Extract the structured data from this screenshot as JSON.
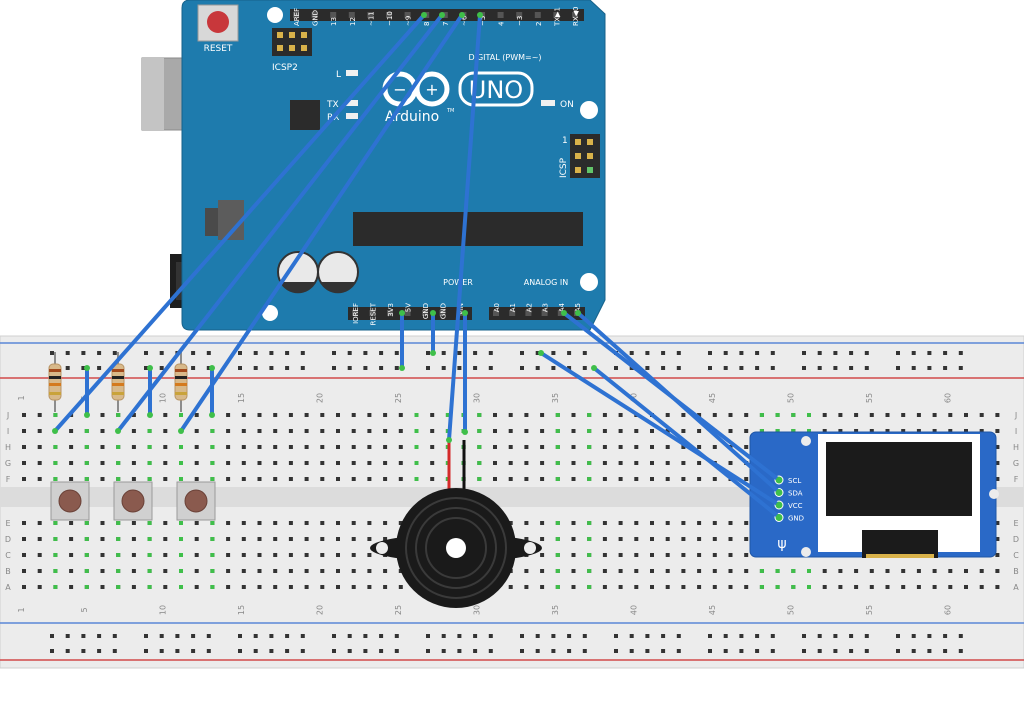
{
  "colors": {
    "board": "#1e7bad",
    "board_dark": "#17628a",
    "wire": "#2e72d2",
    "wire_dark": "#1f56a6",
    "breadboard": "#ececec",
    "rail_red": "#d24a4a",
    "rail_blue": "#5a86d6",
    "oled_board": "#2a69c7",
    "reset_button": "#c8373b"
  },
  "arduino": {
    "reset_label": "RESET",
    "icsp2_label": "ICSP2",
    "icsp_label": "ICSP",
    "icsp_pin1_label": "1",
    "logo_text": "UNO",
    "brand_text": "Arduino",
    "brand_tm": "TM",
    "led_l_label": "L",
    "led_tx_label": "TX",
    "led_rx_label": "RX",
    "on_label": "ON",
    "digital_label": "DIGITAL (PWM=~)",
    "digital_pins": [
      "AREF",
      "GND",
      "13",
      "12",
      "~11",
      "~10",
      "~9",
      "8",
      "7",
      "~6",
      "~5",
      "4",
      "~3",
      "2",
      "TX▶1",
      "RX◀0"
    ],
    "power_label": "POWER",
    "power_pins": [
      "IOREF",
      "RESET",
      "3V3",
      "5V",
      "GND",
      "GND",
      "VIN"
    ],
    "analog_label": "ANALOG IN",
    "analog_pins": [
      "A0",
      "A1",
      "A2",
      "A3",
      "A4",
      "A5"
    ]
  },
  "breadboard": {
    "column_numbers": [
      "1",
      "5",
      "10",
      "15",
      "20",
      "25",
      "30",
      "35",
      "40",
      "45",
      "50",
      "55",
      "60"
    ],
    "row_letters_top": [
      "J",
      "I",
      "H",
      "G",
      "F"
    ],
    "row_letters_bottom": [
      "E",
      "D",
      "C",
      "B",
      "A"
    ]
  },
  "oled": {
    "pins": [
      "SCL",
      "SDA",
      "VCC",
      "GND"
    ]
  }
}
